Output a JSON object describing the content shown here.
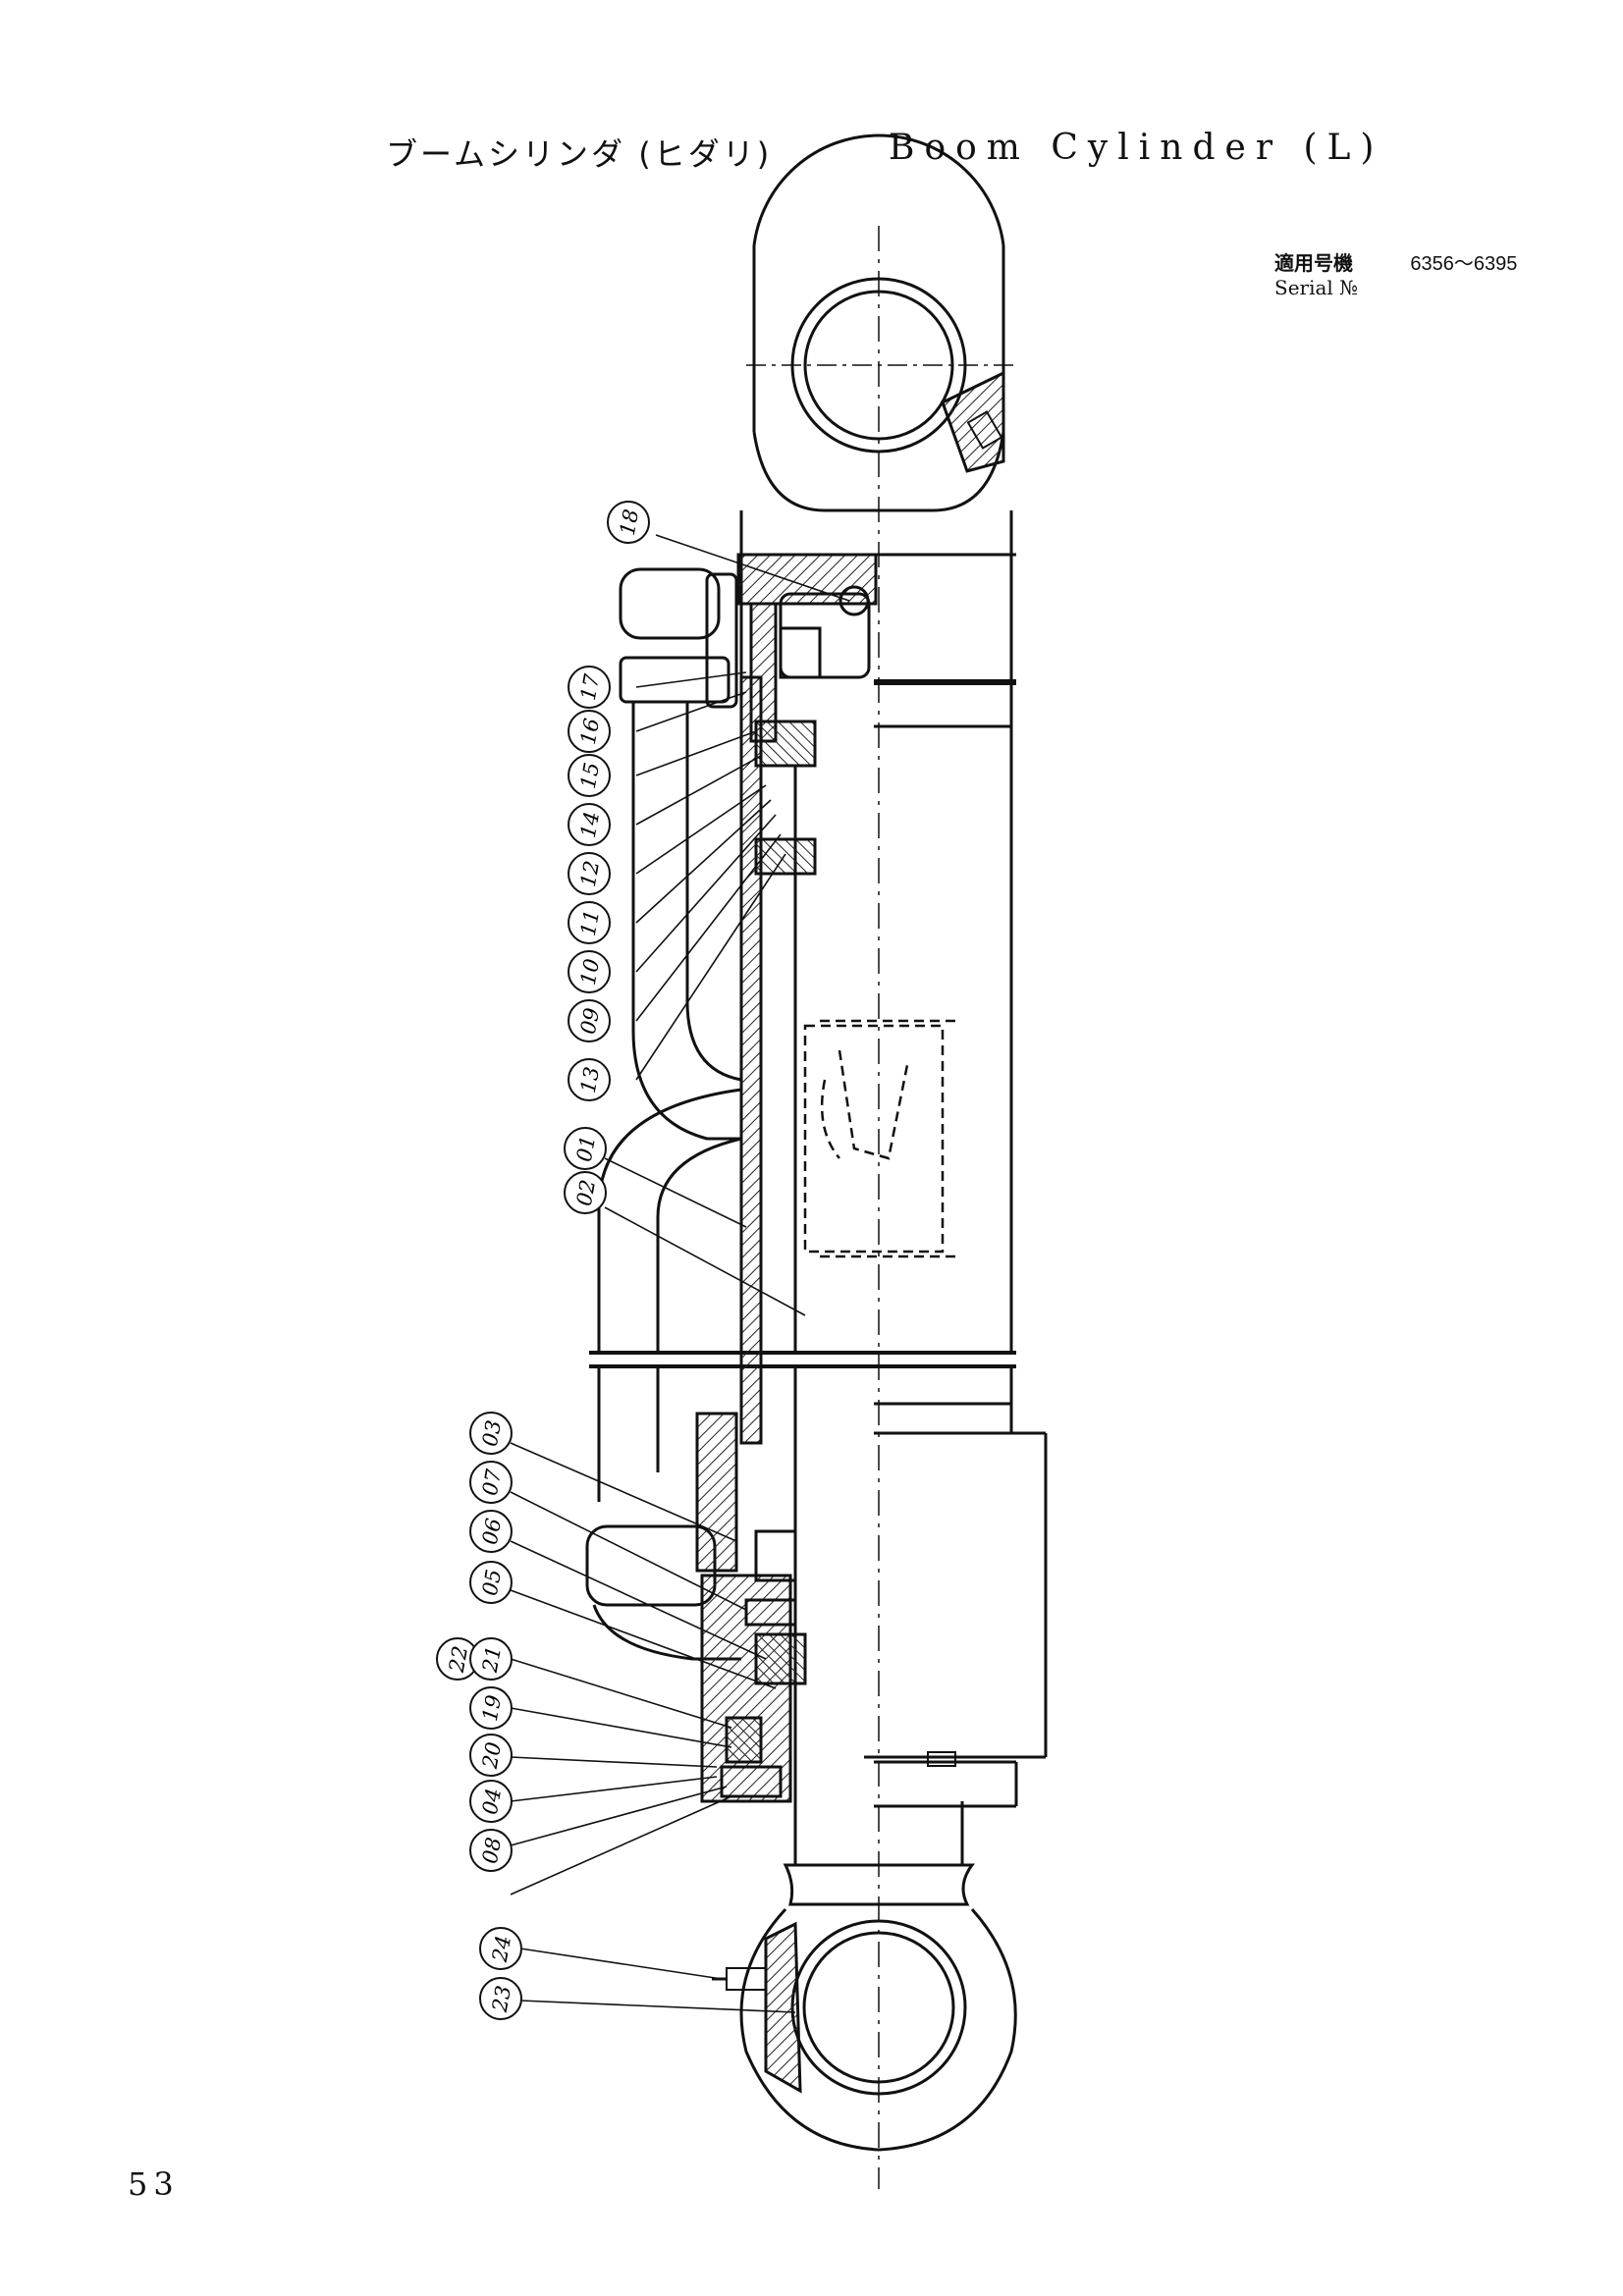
{
  "header": {
    "title_ja": "ブームシリンダ (ヒダリ)",
    "title_en": "Boom Cylinder (L)"
  },
  "serial": {
    "label_ja": "適用号機",
    "label_en": "Serial №",
    "range": "6356〜6395"
  },
  "page_number": "53",
  "callouts": [
    {
      "id": "c18",
      "label": "18"
    },
    {
      "id": "c17",
      "label": "17"
    },
    {
      "id": "c16",
      "label": "16"
    },
    {
      "id": "c15",
      "label": "15"
    },
    {
      "id": "c14",
      "label": "14"
    },
    {
      "id": "c12",
      "label": "12"
    },
    {
      "id": "c11",
      "label": "11"
    },
    {
      "id": "c10",
      "label": "10"
    },
    {
      "id": "c09",
      "label": "09"
    },
    {
      "id": "c13",
      "label": "13"
    },
    {
      "id": "c01",
      "label": "01"
    },
    {
      "id": "c02",
      "label": "02"
    },
    {
      "id": "c03",
      "label": "03"
    },
    {
      "id": "c07",
      "label": "07"
    },
    {
      "id": "c06",
      "label": "06"
    },
    {
      "id": "c05",
      "label": "05"
    },
    {
      "id": "c22",
      "label": "22"
    },
    {
      "id": "c21",
      "label": "21"
    },
    {
      "id": "c19",
      "label": "19"
    },
    {
      "id": "c20",
      "label": "20"
    },
    {
      "id": "c04",
      "label": "04"
    },
    {
      "id": "c08",
      "label": "08"
    },
    {
      "id": "c24",
      "label": "24"
    },
    {
      "id": "c23",
      "label": "23"
    }
  ]
}
